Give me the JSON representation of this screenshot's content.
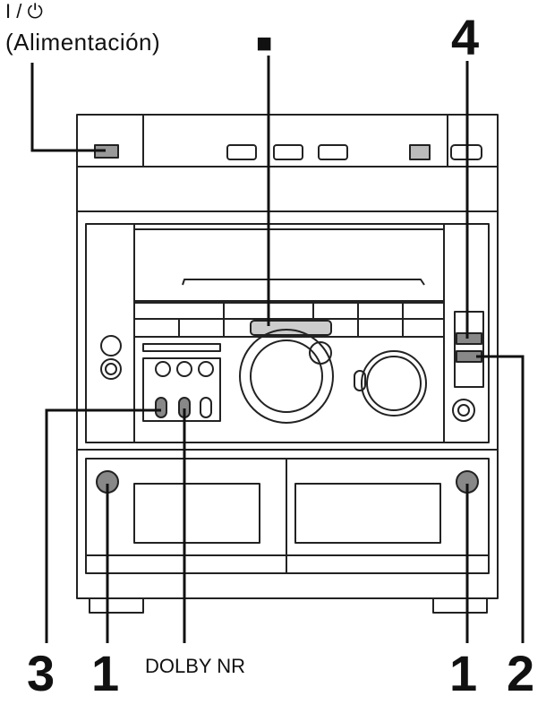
{
  "labels": {
    "power_symbol": "I / ⏻",
    "power_text": "(Alimentación)",
    "stop_symbol": "■",
    "callout_4": "4",
    "callout_3": "3",
    "callout_1_left": "1",
    "callout_1_right": "1",
    "callout_2": "2",
    "dolby_nr": "DOLBY NR"
  }
}
